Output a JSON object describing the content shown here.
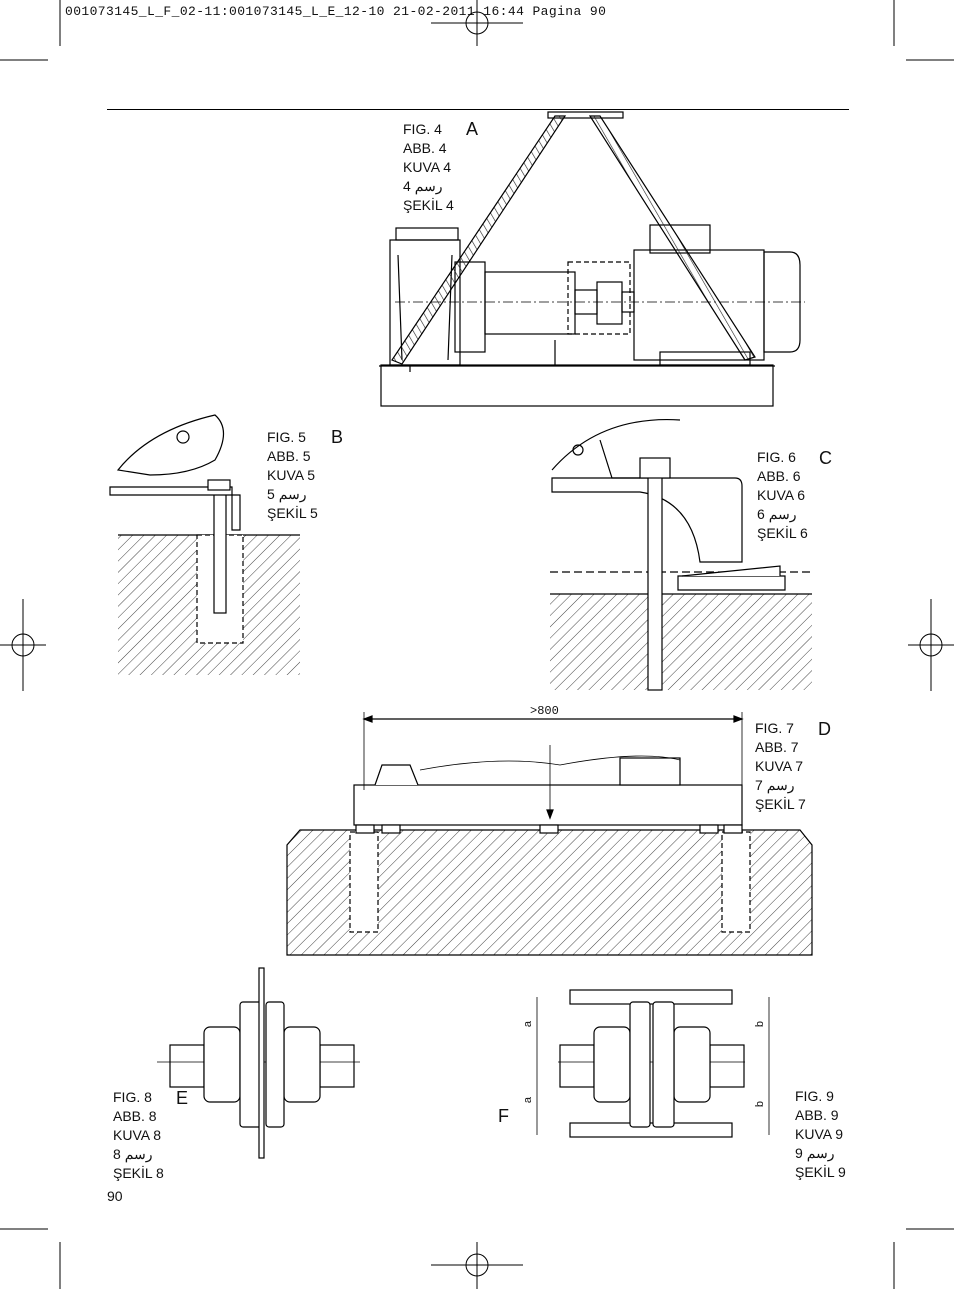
{
  "header": {
    "print_slug": "001073145_L_F_02-11:001073145_L_E_12-10  21-02-2011  16:44  Pagina 90"
  },
  "page_number": "90",
  "figures": [
    {
      "id": "fig4",
      "letter": "A",
      "captions": [
        "FIG. 4",
        "ABB. 4",
        "KUVA 4",
        "4 رسم",
        "ŞEKİL 4"
      ]
    },
    {
      "id": "fig5",
      "letter": "B",
      "captions": [
        "FIG. 5",
        "ABB. 5",
        "KUVA 5",
        "5 رسم",
        "ŞEKİL 5"
      ]
    },
    {
      "id": "fig6",
      "letter": "C",
      "captions": [
        "FIG. 6",
        "ABB. 6",
        "KUVA 6",
        "6 رسم",
        "ŞEKİL 6"
      ]
    },
    {
      "id": "fig7",
      "letter": "D",
      "captions": [
        "FIG. 7",
        "ABB. 7",
        "KUVA 7",
        "7 رسم",
        "ŞEKİL 7"
      ],
      "dimension": ">800"
    },
    {
      "id": "fig8",
      "letter": "E",
      "captions": [
        "FIG. 8",
        "ABB. 8",
        "KUVA 8",
        "8 رسم",
        "ŞEKİL 8"
      ]
    },
    {
      "id": "fig9",
      "letter": "F",
      "captions": [
        "FIG. 9",
        "ABB. 9",
        "KUVA 9",
        "9 رسم",
        "ŞEKİL 9"
      ],
      "dim_labels": [
        "a",
        "b"
      ]
    }
  ]
}
